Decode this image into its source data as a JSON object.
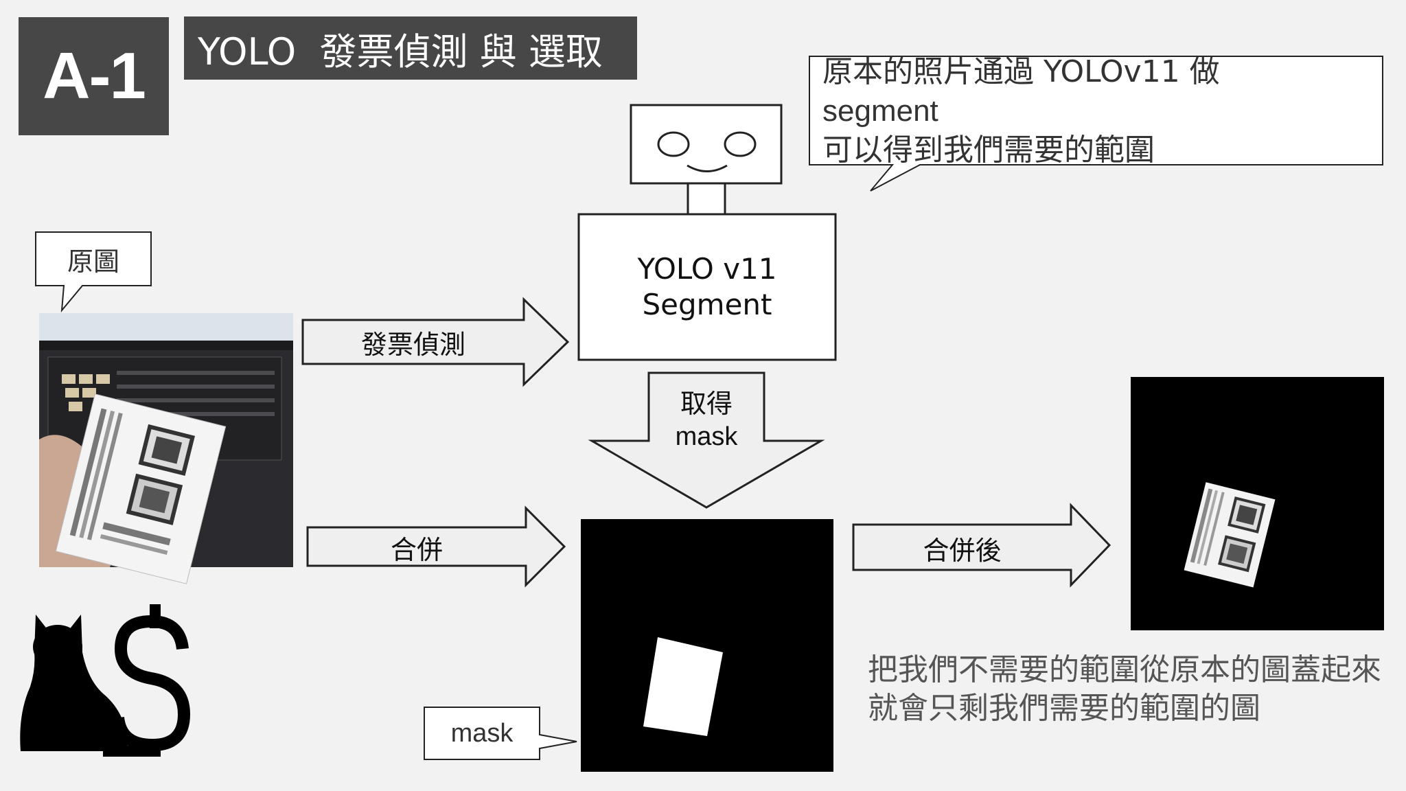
{
  "badge": {
    "text": "A-1"
  },
  "title": {
    "text": "YOLO  發票偵測 與 選取"
  },
  "callout": {
    "lines": [
      "原本的照片通過 YOLOv11 做",
      "segment",
      "可以得到我們需要的範圍"
    ]
  },
  "original_label": {
    "text": "原圖"
  },
  "mask_label": {
    "text": "mask"
  },
  "model_box": {
    "line1": "YOLO v11",
    "line2": "Segment"
  },
  "arrows": {
    "detect": "發票偵測",
    "get_mask_1": "取得",
    "get_mask_2": "mask",
    "merge": "合併",
    "merged": "合併後"
  },
  "explanation": {
    "lines": [
      "把我們不需要的範圍從原本的圖蓋起來",
      "就會只剩我們需要的範圍的圖"
    ]
  },
  "colors": {
    "dark_panel": "#474747",
    "background": "#f2f2f2",
    "stroke": "#222222"
  },
  "icons": [
    "robot-icon",
    "cat-dollar-logo"
  ]
}
